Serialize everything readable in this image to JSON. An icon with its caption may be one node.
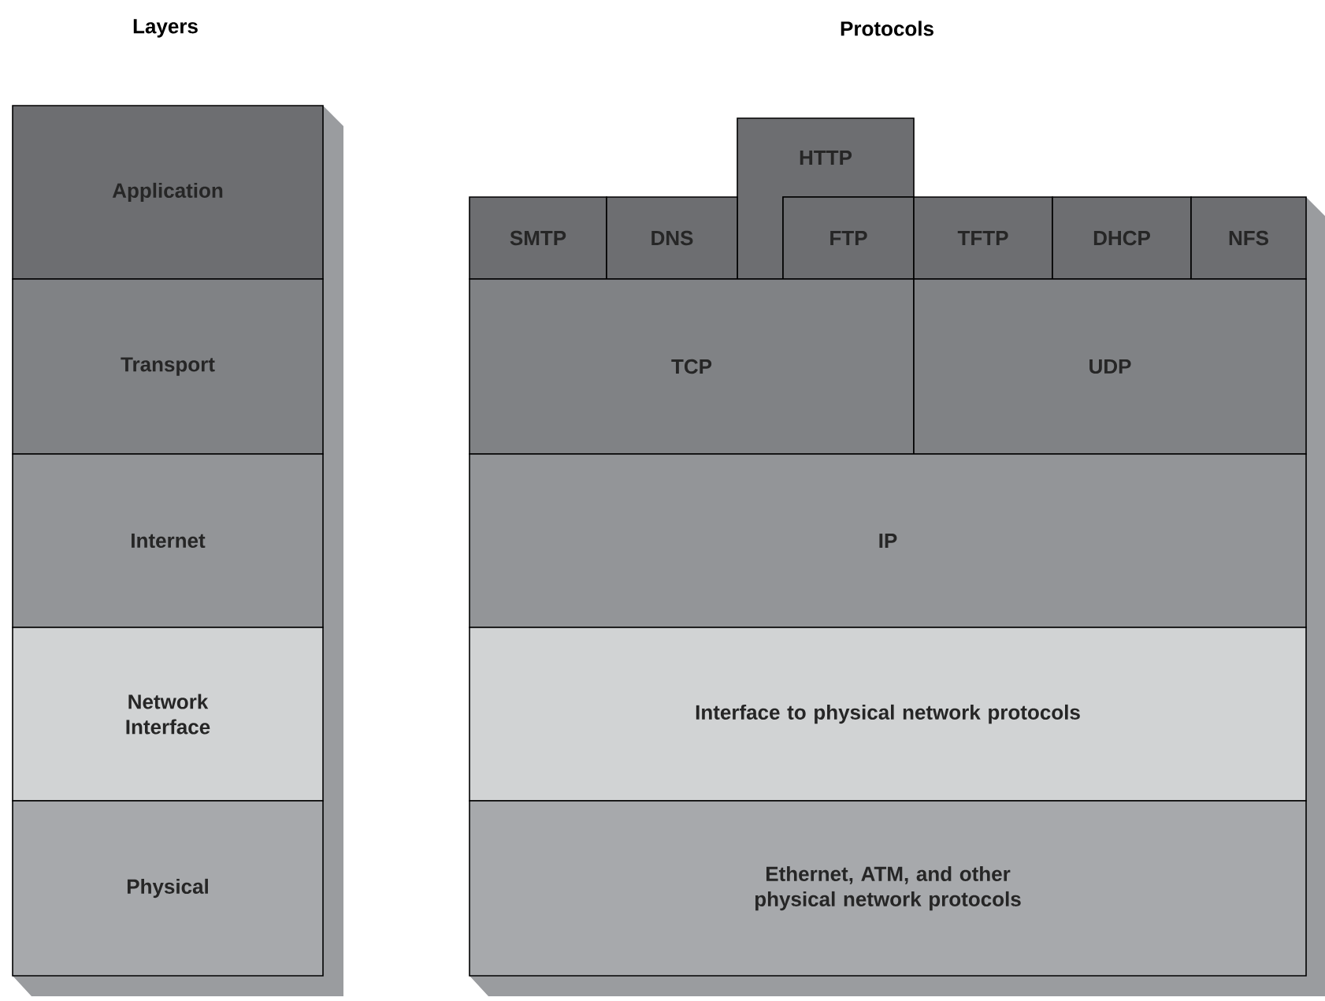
{
  "diagram": {
    "nodes": [
      {
        "text": [
          "Application"
        ]
      },
      {
        "text": [
          "Transport"
        ]
      },
      {
        "text": [
          "Internet"
        ]
      },
      {
        "text": [
          "Network Interface"
        ]
      },
      {
        "text": [
          "Physical"
        ]
      },
      {
        "text": [
          "HTTP"
        ]
      },
      {
        "text": [
          "SMTP"
        ]
      },
      {
        "text": [
          "DNS"
        ]
      },
      {
        "text": [
          "FTP"
        ]
      },
      {
        "text": [
          "TFTP"
        ]
      },
      {
        "text": [
          "DHCP"
        ]
      },
      {
        "text": [
          "NFS"
        ]
      },
      {
        "text": [
          "TCP"
        ]
      },
      {
        "text": [
          "UDP"
        ]
      },
      {
        "text": [
          "IP"
        ]
      },
      {
        "text": [
          "Interface to physical network protocols"
        ]
      },
      {
        "text": [
          "Ethernet, ATM, and other physical network protocols"
        ]
      }
    ],
    "labels": [
      "Layers",
      "Protocols"
    ]
  }
}
